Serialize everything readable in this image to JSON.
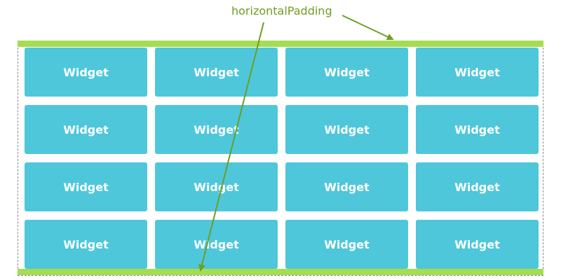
{
  "annotation": {
    "label": "horizontalPadding",
    "color": "#6f9e22"
  },
  "colors": {
    "widget": "#4ec7db",
    "padding": "#a6dc52",
    "container_border": "#8a8a8a"
  },
  "widgets": [
    "Widget",
    "Widget",
    "Widget",
    "Widget",
    "Widget",
    "Widget",
    "Widget",
    "Widget",
    "Widget",
    "Widget",
    "Widget",
    "Widget",
    "Widget",
    "Widget",
    "Widget",
    "Widget"
  ]
}
